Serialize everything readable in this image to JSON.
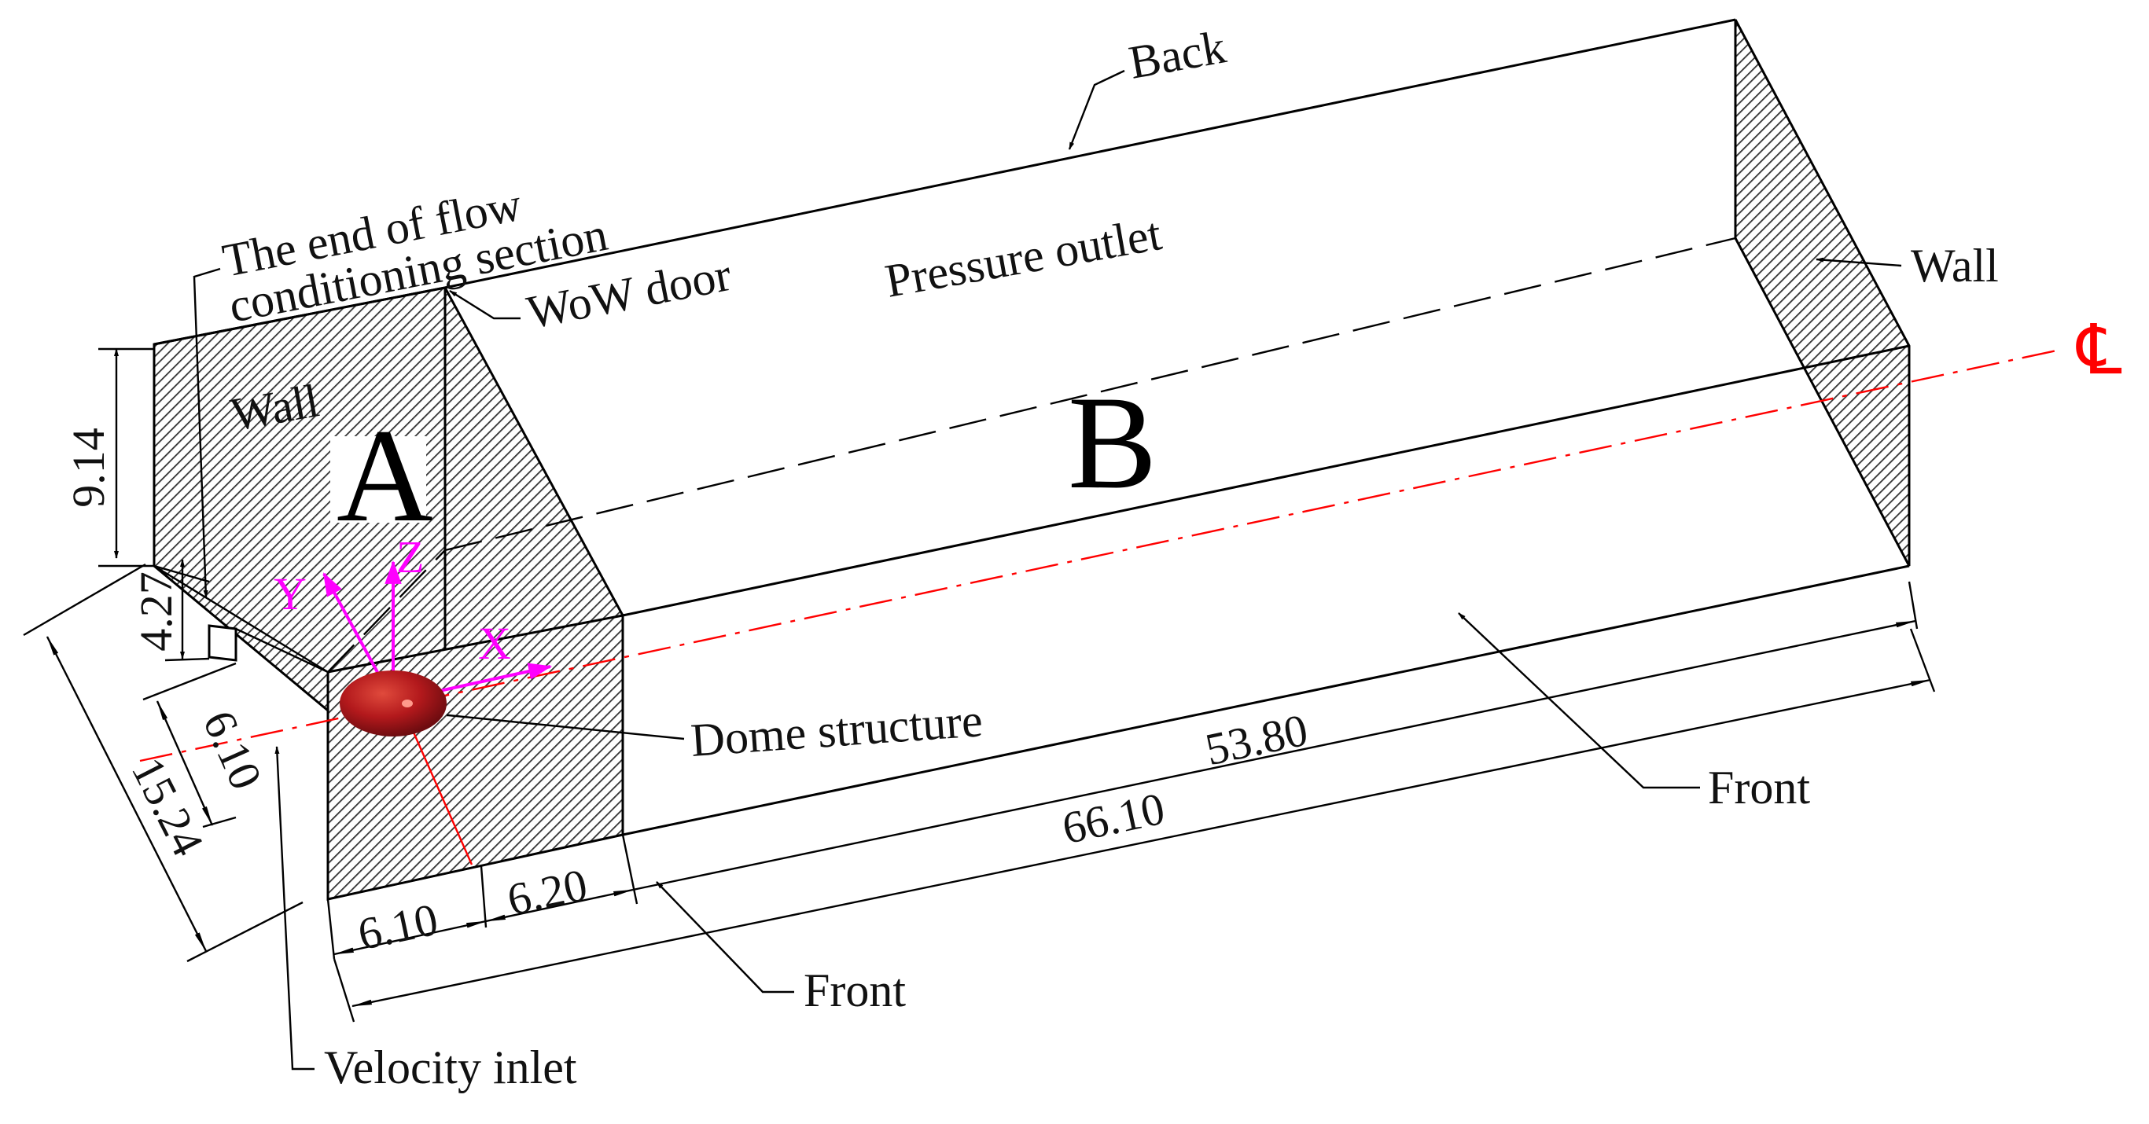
{
  "labels": {
    "back": "Back",
    "end_of_flow_line1": "The end of flow",
    "end_of_flow_line2": "conditioning section",
    "wow_door": "WoW door",
    "pressure_outlet": "Pressure outlet",
    "wall_right": "Wall",
    "wall_left": "Wall",
    "region_a": "A",
    "region_b": "B",
    "centerline": "℄",
    "dome_structure": "Dome structure",
    "front_right": "Front",
    "front_bottom": "Front",
    "velocity_inlet": "Velocity inlet"
  },
  "axes": {
    "x": "X",
    "y": "Y",
    "z": "Z"
  },
  "dimensions": {
    "height_total": "9.14",
    "height_lower": "4.27",
    "width_inner": "6.10",
    "width_total": "15.24",
    "length_a1": "6.10",
    "length_a2": "6.20",
    "length_b": "53.80",
    "length_total": "66.10"
  },
  "colors": {
    "centerline": "#ff0000",
    "axes": "#ff00ff",
    "dome": "#b3191c"
  }
}
